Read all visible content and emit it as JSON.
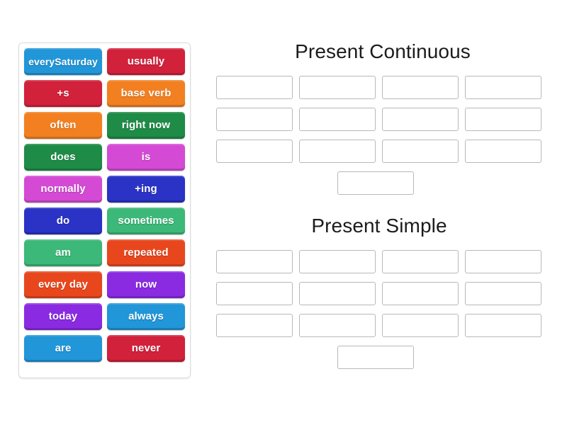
{
  "activity": {
    "type": "group-sort",
    "background_color": "#ffffff"
  },
  "tile_tray": {
    "name": "word-tile-tray",
    "border_color": "#dcdcdc",
    "tiles": [
      {
        "label": "every\nSaturday",
        "text": "every Saturday",
        "color": "#2196d8",
        "two_line": true
      },
      {
        "label": "usually",
        "text": "usually",
        "color": "#d2213a",
        "two_line": false
      },
      {
        "label": "+s",
        "text": "+s",
        "color": "#d2213a",
        "two_line": false
      },
      {
        "label": "base verb",
        "text": "base verb",
        "color": "#f28020",
        "two_line": false
      },
      {
        "label": "often",
        "text": "often",
        "color": "#f28020",
        "two_line": false
      },
      {
        "label": "right now",
        "text": "right now",
        "color": "#1e8b46",
        "two_line": false
      },
      {
        "label": "does",
        "text": "does",
        "color": "#1e8b46",
        "two_line": false
      },
      {
        "label": "is",
        "text": "is",
        "color": "#d44ad4",
        "two_line": false
      },
      {
        "label": "normally",
        "text": "normally",
        "color": "#d44ad4",
        "two_line": false
      },
      {
        "label": "+ing",
        "text": "+ing",
        "color": "#2a33c6",
        "two_line": false
      },
      {
        "label": "do",
        "text": "do",
        "color": "#2a33c6",
        "two_line": false
      },
      {
        "label": "sometimes",
        "text": "sometimes",
        "color": "#3cb878",
        "two_line": false
      },
      {
        "label": "am",
        "text": "am",
        "color": "#3cb878",
        "two_line": false
      },
      {
        "label": "repeated",
        "text": "repeated",
        "color": "#e8471d",
        "two_line": false
      },
      {
        "label": "every day",
        "text": "every day",
        "color": "#e8471d",
        "two_line": false
      },
      {
        "label": "now",
        "text": "now",
        "color": "#8a2be2",
        "two_line": false
      },
      {
        "label": "today",
        "text": "today",
        "color": "#8a2be2",
        "two_line": false
      },
      {
        "label": "always",
        "text": "always",
        "color": "#2196d8",
        "two_line": false
      },
      {
        "label": "are",
        "text": "are",
        "color": "#2196d8",
        "two_line": false
      },
      {
        "label": "never",
        "text": "never",
        "color": "#d2213a",
        "two_line": false
      }
    ]
  },
  "groups": [
    {
      "id": "present-continuous",
      "title": "Present Continuous",
      "slot_count": 13,
      "grid_columns": 4,
      "grid_rows": 3,
      "last_row_centered_slots": 1,
      "slots": [
        "",
        "",
        "",
        "",
        "",
        "",
        "",
        "",
        "",
        "",
        "",
        "",
        ""
      ]
    },
    {
      "id": "present-simple",
      "title": "Present Simple",
      "slot_count": 13,
      "grid_columns": 4,
      "grid_rows": 3,
      "last_row_centered_slots": 1,
      "slots": [
        "",
        "",
        "",
        "",
        "",
        "",
        "",
        "",
        "",
        "",
        "",
        "",
        ""
      ]
    }
  ]
}
